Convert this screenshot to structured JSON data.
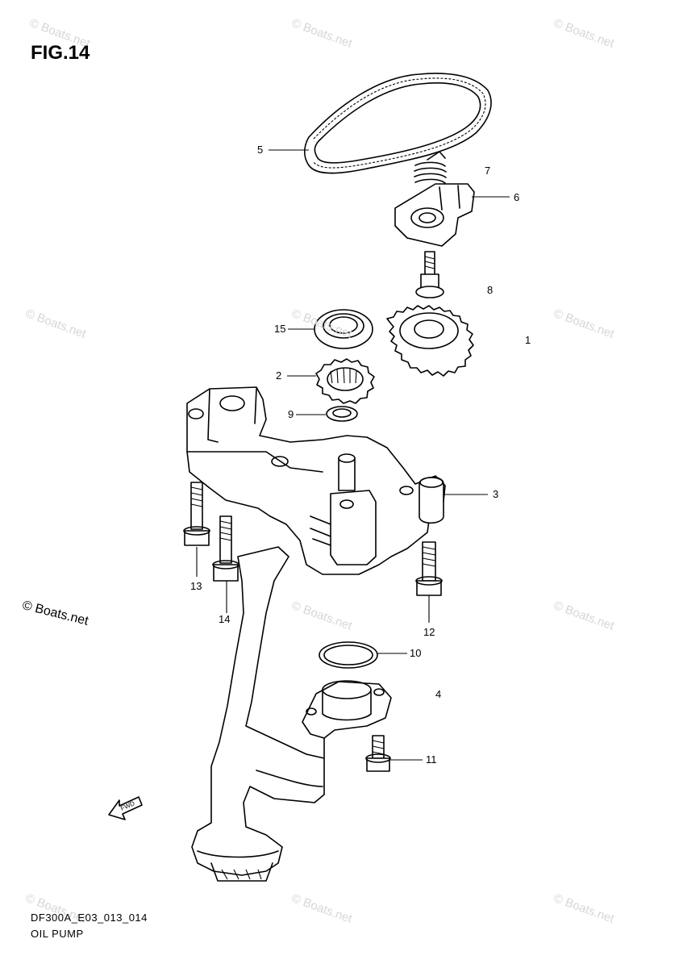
{
  "figure_title": "FIG.14",
  "drawing_code": "DF300A_E03_013_014",
  "section_name": "OIL PUMP",
  "credit": "© Boats.net",
  "watermark": "© Boats.net",
  "fwd_label": "FWD",
  "callouts": {
    "p1": "1",
    "p2": "2",
    "p3": "3",
    "p4": "4",
    "p5": "5",
    "p6": "6",
    "p7": "7",
    "p8": "8",
    "p9": "9",
    "p10": "10",
    "p11": "11",
    "p12": "12",
    "p13": "13",
    "p14": "14",
    "p15": "15"
  }
}
